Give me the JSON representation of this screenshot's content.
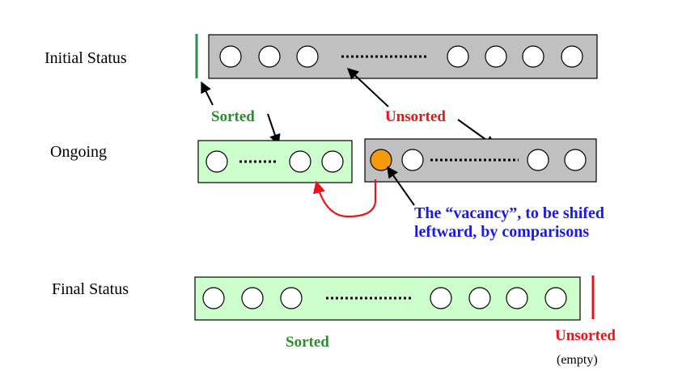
{
  "labels": {
    "initial": "Initial Status",
    "ongoing": "Ongoing",
    "final": "Final Status"
  },
  "tags": {
    "sorted_top": "Sorted",
    "unsorted_top": "Unsorted",
    "sorted_bottom": "Sorted",
    "unsorted_bottom": "Unsorted",
    "empty_note": "(empty)"
  },
  "vacancy_note": {
    "line1": "The “vacancy”, to be shifed",
    "line2": "leftward, by comparisons"
  },
  "colors": {
    "unsorted_fill": "#c0c0c0",
    "sorted_fill": "#ccffcc",
    "vacancy_fill": "#f59a0a",
    "sorted_text": "#2e8b2e",
    "unsorted_text": "#e8141b",
    "note_text": "#1a1ae6",
    "boundary_green": "#2e8b57",
    "boundary_red": "#e8141b"
  }
}
